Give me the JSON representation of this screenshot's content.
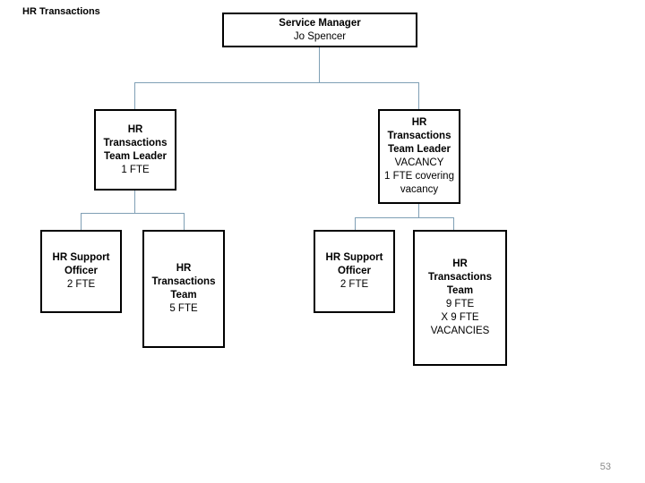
{
  "chart_title": "HR Transactions",
  "page_number": "53",
  "colors": {
    "connector": "#7f9fb5",
    "box_border": "#000000",
    "text": "#000000",
    "page_number": "#8a8a8a"
  },
  "nodes": {
    "service_manager": {
      "title": "Service Manager",
      "name": "Jo Spencer"
    },
    "team_leader_left": {
      "line1": "HR",
      "line2": "Transactions",
      "line3": "Team Leader",
      "fte": "1 FTE"
    },
    "team_leader_right": {
      "line1": "HR",
      "line2": "Transactions",
      "line3": "Team Leader",
      "vacancy": "VACANCY",
      "fte_line1": "1 FTE covering",
      "fte_line2": "vacancy"
    },
    "support_officer_left": {
      "line1": "HR Support",
      "line2": "Officer",
      "fte": "2 FTE"
    },
    "transactions_team_left": {
      "line1": "HR",
      "line2": "Transactions",
      "line3": "Team",
      "fte": "5 FTE"
    },
    "support_officer_right": {
      "line1": "HR Support",
      "line2": "Officer",
      "fte": "2 FTE"
    },
    "transactions_team_right": {
      "line1": "HR",
      "line2": "Transactions",
      "line3": "Team",
      "fte": "9 FTE",
      "vacancy_count": "X 9 FTE",
      "vacancy_label": "VACANCIES"
    }
  }
}
